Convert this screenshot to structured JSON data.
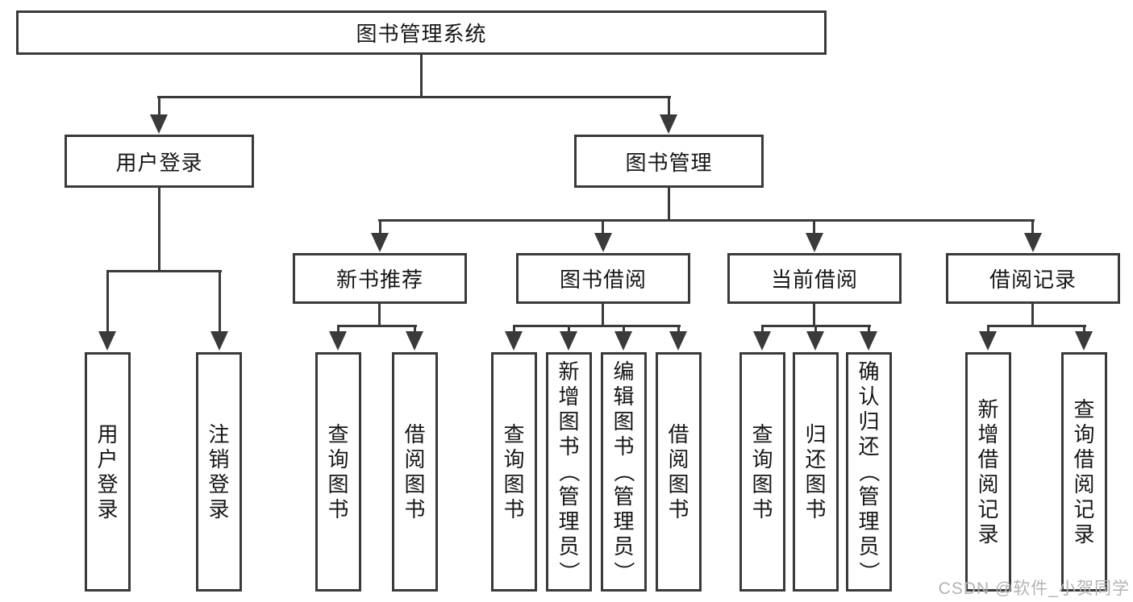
{
  "diagram_type": "tree-structure-chart",
  "colors": {
    "line": "#3a3a3a",
    "box_border": "#3a3a3a",
    "box_background": "#ffffff",
    "text": "#161616",
    "watermark": "#b3b3b3",
    "page_background": "#ffffff"
  },
  "watermark": "CSDN @软件_小贺同学",
  "tree": {
    "root": "图书管理系统",
    "branches": [
      {
        "label": "用户登录",
        "leaves": [
          "用户登录",
          "注销登录"
        ]
      },
      {
        "label": "图书管理",
        "sections": [
          {
            "label": "新书推荐",
            "leaves": [
              "查询图书",
              "借阅图书"
            ]
          },
          {
            "label": "图书借阅",
            "leaves": [
              "查询图书",
              "新增图书（管理员）",
              "编辑图书（管理员）",
              "借阅图书"
            ]
          },
          {
            "label": "当前借阅",
            "leaves": [
              "查询图书",
              "归还图书",
              "确认归还（管理员）"
            ]
          },
          {
            "label": "借阅记录",
            "leaves": [
              "新增借阅记录",
              "查询借阅记录"
            ]
          }
        ]
      }
    ]
  }
}
